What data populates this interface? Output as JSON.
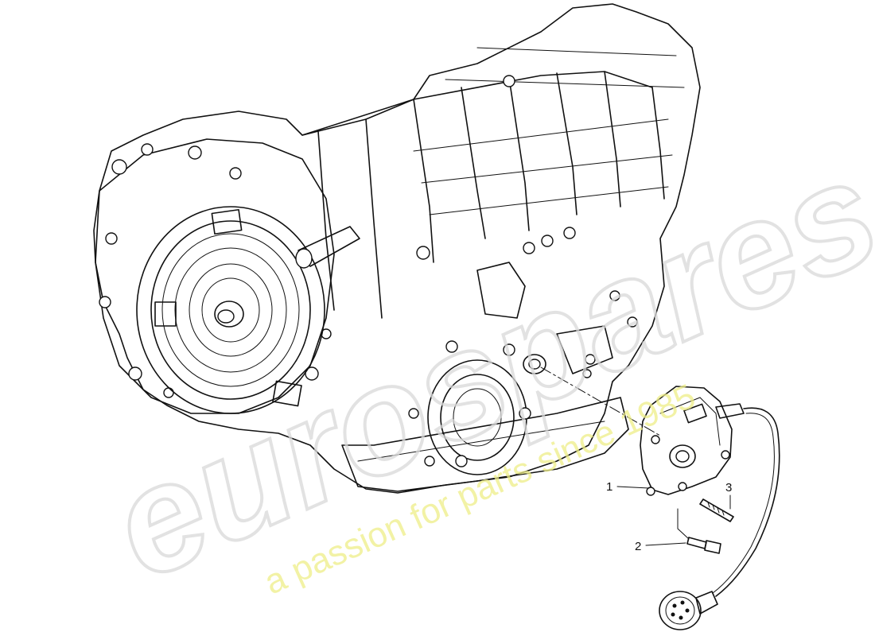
{
  "diagram": {
    "callouts": [
      {
        "number": "1",
        "part": "selector-switch"
      },
      {
        "number": "2",
        "part": "bolt"
      },
      {
        "number": "3",
        "part": "stud"
      }
    ]
  },
  "watermark": {
    "brand": "eurospares",
    "tagline": "a passion for parts since 1985",
    "colors": {
      "brand": "#d9d9d9",
      "tagline": "#eeee88"
    }
  }
}
